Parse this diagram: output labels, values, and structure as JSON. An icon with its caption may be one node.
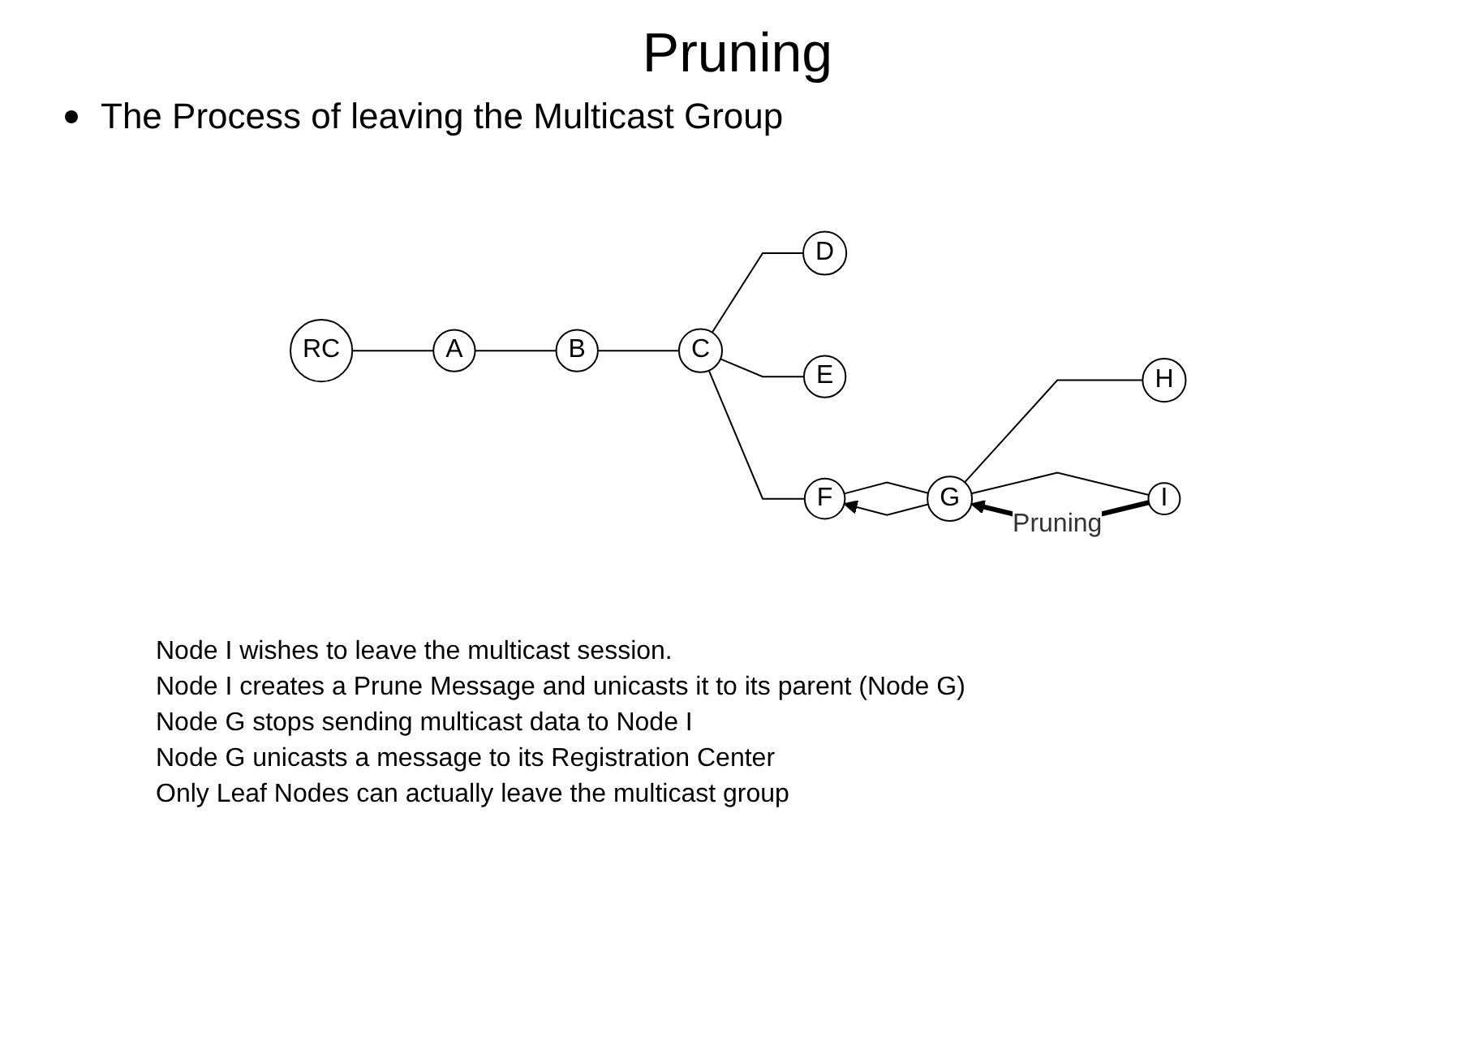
{
  "diagram": {
    "title": "Pruning",
    "nodes": [
      {
        "text": [
          "RC"
        ]
      },
      {
        "text": [
          "A"
        ]
      },
      {
        "text": [
          "B"
        ]
      },
      {
        "text": [
          "C"
        ]
      },
      {
        "text": [
          "D"
        ]
      },
      {
        "text": [
          "E"
        ]
      },
      {
        "text": [
          "F"
        ]
      },
      {
        "text": [
          "G"
        ]
      },
      {
        "text": [
          "H"
        ]
      },
      {
        "text": [
          "I"
        ]
      }
    ],
    "edges": [
      {
        "from": 0,
        "to": 1,
        "arrow": "none"
      },
      {
        "from": 1,
        "to": 2,
        "arrow": "none"
      },
      {
        "from": 2,
        "to": 3,
        "arrow": "none"
      },
      {
        "from": 3,
        "to": 4,
        "arrow": "none"
      },
      {
        "from": 3,
        "to": 5,
        "arrow": "none"
      },
      {
        "from": 3,
        "to": 6,
        "arrow": "none"
      },
      {
        "from": 6,
        "to": 7,
        "arrow": "none"
      },
      {
        "from": 7,
        "to": 6,
        "arrow": "to"
      },
      {
        "from": 7,
        "to": 8,
        "arrow": "none"
      },
      {
        "from": 7,
        "to": 9,
        "arrow": "none"
      },
      {
        "from": 9,
        "to": 7,
        "arrow": "to",
        "style": "thick",
        "label": "Pruning"
      }
    ],
    "labels": [
      "The Process of leaving the Multicast Group",
      "Node I wishes to leave the multicast session.",
      "Node I creates a Prune Message and unicasts it to its parent (Node G)",
      "Node G stops sending multicast data to Node I",
      "Node G unicasts a message to its Registration Center",
      "Only Leaf Nodes can actually leave the multicast group"
    ]
  }
}
